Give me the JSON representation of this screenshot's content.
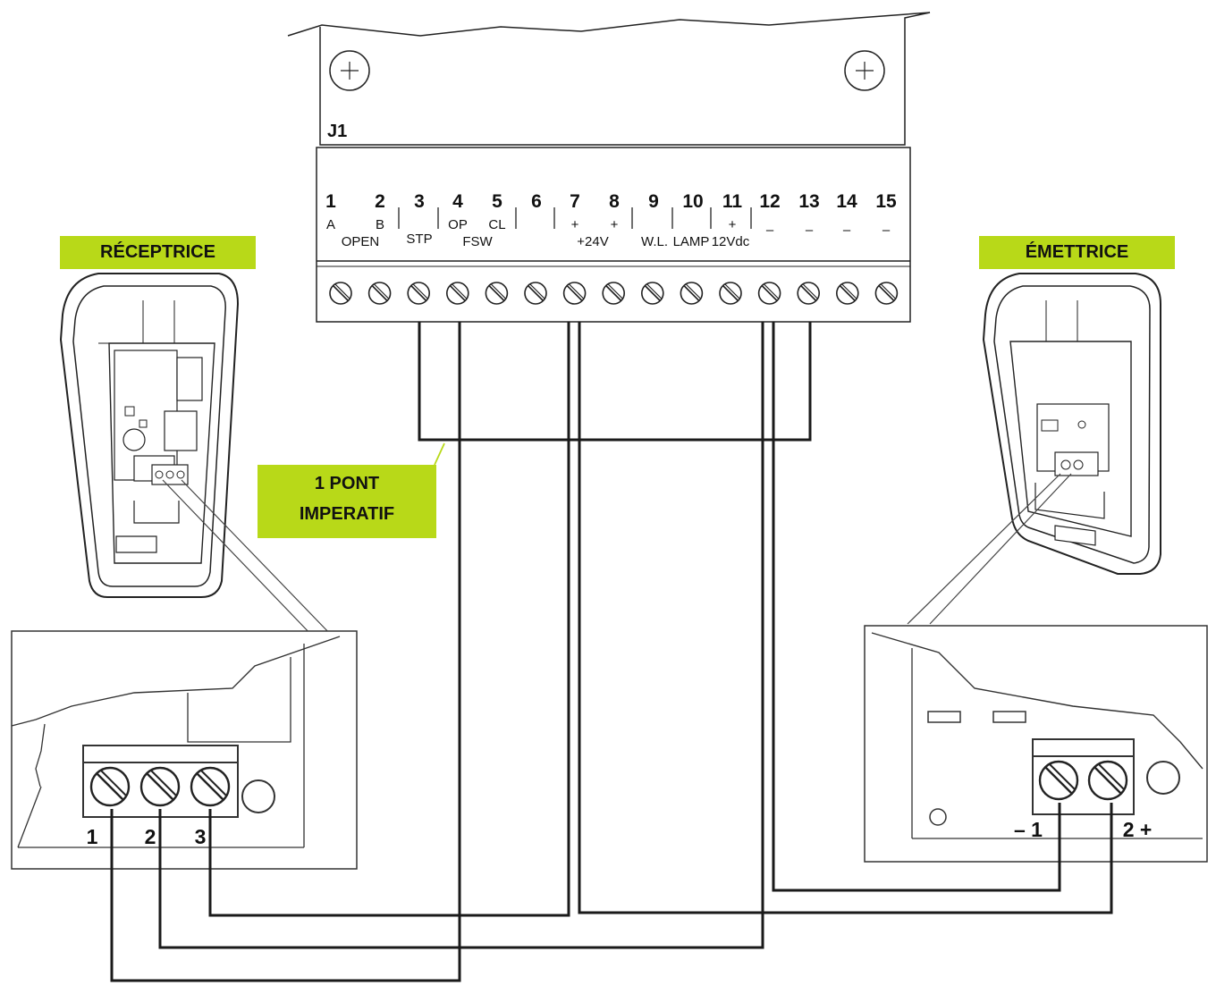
{
  "board": {
    "connector_name": "J1",
    "terminals": [
      {
        "num": "1",
        "sub": "A"
      },
      {
        "num": "2",
        "sub": "B"
      },
      {
        "num": "3",
        "sub": ""
      },
      {
        "num": "4",
        "sub": "OP"
      },
      {
        "num": "5",
        "sub": "CL"
      },
      {
        "num": "6",
        "sub": ""
      },
      {
        "num": "7",
        "sub": "+"
      },
      {
        "num": "8",
        "sub": "+"
      },
      {
        "num": "9",
        "sub": ""
      },
      {
        "num": "10",
        "sub": ""
      },
      {
        "num": "11",
        "sub": "+"
      },
      {
        "num": "12",
        "sub": "–"
      },
      {
        "num": "13",
        "sub": "–"
      },
      {
        "num": "14",
        "sub": "–"
      },
      {
        "num": "15",
        "sub": "–"
      }
    ],
    "group_labels": {
      "open": "OPEN",
      "stp": "STP",
      "fsw": "FSW",
      "v24": "+24V",
      "wl": "W.L.",
      "lamp": "LAMP",
      "v12": "12Vdc"
    }
  },
  "receiver": {
    "tag": "RÉCEPTRICE",
    "terminal_labels": [
      "1",
      "2",
      "3"
    ]
  },
  "transmitter": {
    "tag": "ÉMETTRICE",
    "terminal_labels": [
      "– 1",
      "2 +"
    ]
  },
  "bridge_note": {
    "line1": "1 PONT",
    "line2": "IMPERATIF"
  },
  "colors": {
    "accent": "#b8d918",
    "wire": "#1a1a1a"
  }
}
